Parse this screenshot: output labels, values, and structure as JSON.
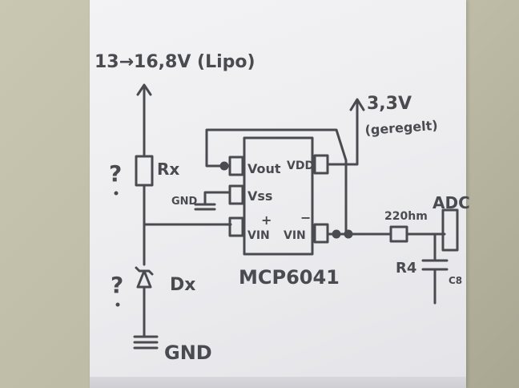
{
  "supply_label": "13→16,8V (Lipo)",
  "regulated_label_1": "3,3V",
  "regulated_label_2": "(geregelt)",
  "rx_label": "Rx",
  "dx_label": "Dx",
  "question_mark": "?",
  "gnd_label_small": "GND",
  "gnd_label_bottom": "GND",
  "chip_name": "MCP6041",
  "pin_vout": "Vout",
  "pin_vss": "Vss",
  "pin_vin_plus": "VIN",
  "pin_vin_plus_sign": "+",
  "pin_vdd": "VDD",
  "pin_vin_minus": "VIN",
  "pin_vin_minus_sign": "−",
  "resistor_value": "220hm",
  "r_label": "R4",
  "adc_label": "ADC",
  "cap_label": "C8"
}
